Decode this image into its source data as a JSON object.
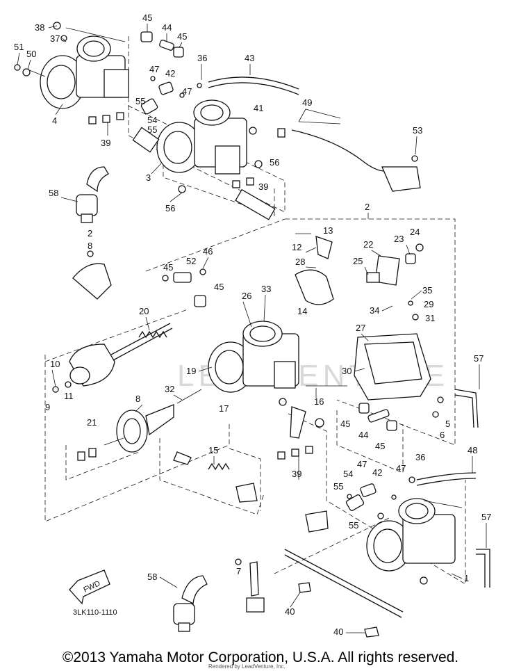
{
  "diagram": {
    "drawing_code": "3LK110-1110",
    "front_arrow_label": "FWD",
    "watermark": "LEADVENTURE",
    "callouts": [
      {
        "id": "c-38",
        "label": "38"
      },
      {
        "id": "c-37",
        "label": "37"
      },
      {
        "id": "c-51",
        "label": "51"
      },
      {
        "id": "c-50",
        "label": "50"
      },
      {
        "id": "c-4",
        "label": "4"
      },
      {
        "id": "c-45a",
        "label": "45"
      },
      {
        "id": "c-44a",
        "label": "44"
      },
      {
        "id": "c-45b",
        "label": "45"
      },
      {
        "id": "c-47a",
        "label": "47"
      },
      {
        "id": "c-42a",
        "label": "42"
      },
      {
        "id": "c-47b",
        "label": "47"
      },
      {
        "id": "c-36a",
        "label": "36"
      },
      {
        "id": "c-43",
        "label": "43"
      },
      {
        "id": "c-55a",
        "label": "55"
      },
      {
        "id": "c-54a",
        "label": "54"
      },
      {
        "id": "c-55b",
        "label": "55"
      },
      {
        "id": "c-39a",
        "label": "39"
      },
      {
        "id": "c-49",
        "label": "49"
      },
      {
        "id": "c-41",
        "label": "41"
      },
      {
        "id": "c-53",
        "label": "53"
      },
      {
        "id": "c-3",
        "label": "3"
      },
      {
        "id": "c-56a",
        "label": "56"
      },
      {
        "id": "c-39b",
        "label": "39"
      },
      {
        "id": "c-56b",
        "label": "56"
      },
      {
        "id": "c-58a",
        "label": "58"
      },
      {
        "id": "c-2a",
        "label": "2"
      },
      {
        "id": "c-2b",
        "label": "2"
      },
      {
        "id": "c-8a",
        "label": "8"
      },
      {
        "id": "c-13",
        "label": "13"
      },
      {
        "id": "c-12",
        "label": "12"
      },
      {
        "id": "c-28",
        "label": "28"
      },
      {
        "id": "c-23",
        "label": "23"
      },
      {
        "id": "c-24",
        "label": "24"
      },
      {
        "id": "c-22",
        "label": "22"
      },
      {
        "id": "c-25",
        "label": "25"
      },
      {
        "id": "c-46",
        "label": "46"
      },
      {
        "id": "c-52",
        "label": "52"
      },
      {
        "id": "c-45c",
        "label": "45"
      },
      {
        "id": "c-45d",
        "label": "45"
      },
      {
        "id": "c-26",
        "label": "26"
      },
      {
        "id": "c-33",
        "label": "33"
      },
      {
        "id": "c-14",
        "label": "14"
      },
      {
        "id": "c-35",
        "label": "35"
      },
      {
        "id": "c-34",
        "label": "34"
      },
      {
        "id": "c-29",
        "label": "29"
      },
      {
        "id": "c-31",
        "label": "31"
      },
      {
        "id": "c-20",
        "label": "20"
      },
      {
        "id": "c-27",
        "label": "27"
      },
      {
        "id": "c-30",
        "label": "30"
      },
      {
        "id": "c-19",
        "label": "19"
      },
      {
        "id": "c-57a",
        "label": "57"
      },
      {
        "id": "c-10",
        "label": "10"
      },
      {
        "id": "c-11",
        "label": "11"
      },
      {
        "id": "c-9",
        "label": "9"
      },
      {
        "id": "c-32",
        "label": "32"
      },
      {
        "id": "c-16",
        "label": "16"
      },
      {
        "id": "c-17",
        "label": "17"
      },
      {
        "id": "c-8b",
        "label": "8"
      },
      {
        "id": "c-5",
        "label": "5"
      },
      {
        "id": "c-6",
        "label": "6"
      },
      {
        "id": "c-45e",
        "label": "45"
      },
      {
        "id": "c-44b",
        "label": "44"
      },
      {
        "id": "c-45f",
        "label": "45"
      },
      {
        "id": "c-21",
        "label": "21"
      },
      {
        "id": "c-15",
        "label": "15"
      },
      {
        "id": "c-48",
        "label": "48"
      },
      {
        "id": "c-39c",
        "label": "39"
      },
      {
        "id": "c-47c",
        "label": "47"
      },
      {
        "id": "c-36b",
        "label": "36"
      },
      {
        "id": "c-54b",
        "label": "54"
      },
      {
        "id": "c-42b",
        "label": "42"
      },
      {
        "id": "c-47d",
        "label": "47"
      },
      {
        "id": "c-55c",
        "label": "55"
      },
      {
        "id": "c-55d",
        "label": "55"
      },
      {
        "id": "c-57b",
        "label": "57"
      },
      {
        "id": "c-1",
        "label": "1"
      },
      {
        "id": "c-58b",
        "label": "58"
      },
      {
        "id": "c-7",
        "label": "7"
      },
      {
        "id": "c-40a",
        "label": "40"
      },
      {
        "id": "c-40b",
        "label": "40"
      }
    ]
  },
  "footer": {
    "copyright": "©2013 Yamaha Motor Corporation, U.S.A. All rights reserved.",
    "rendered_by": "Rendered by LeadVenture, Inc."
  }
}
